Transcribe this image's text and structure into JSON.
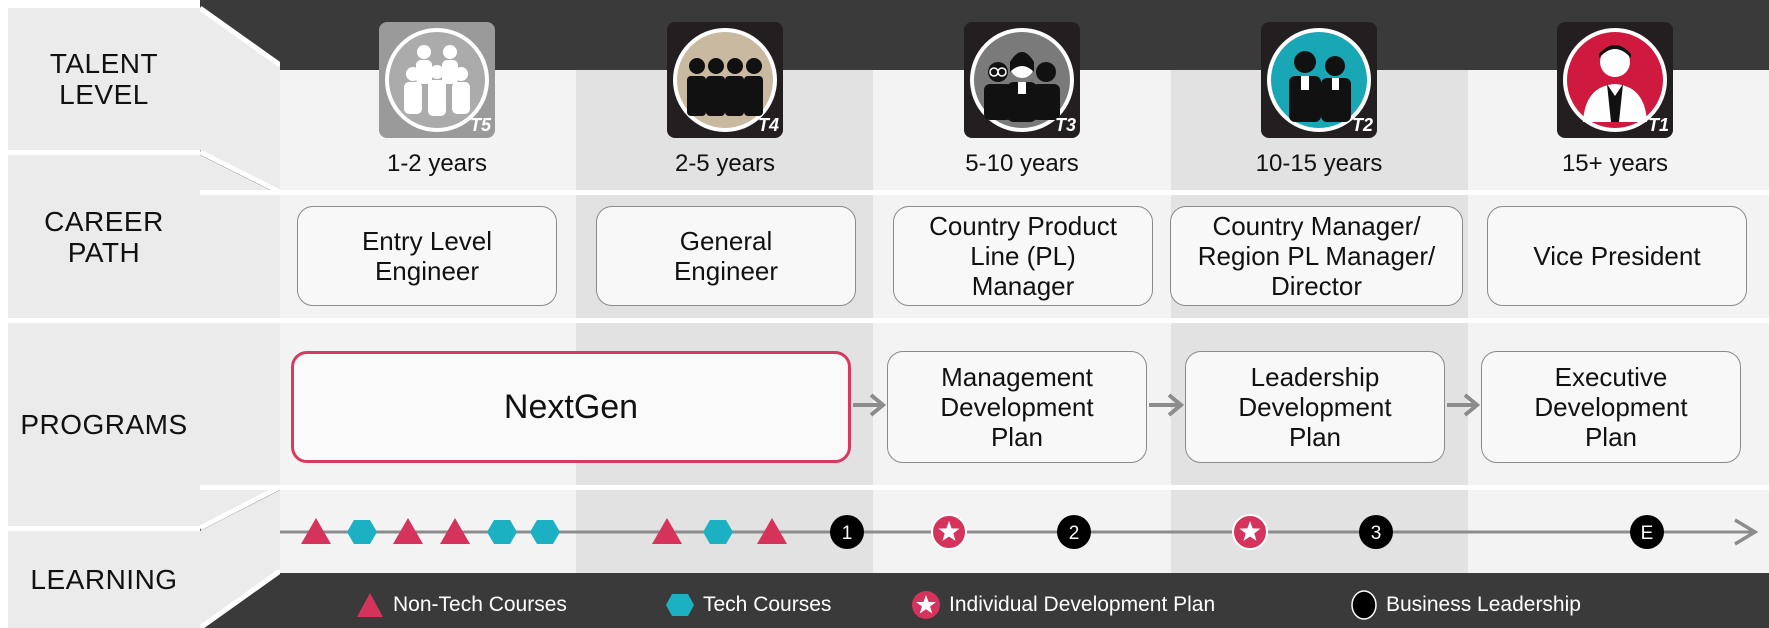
{
  "rows": {
    "talent_level": "TALENT\nLEVEL",
    "career_path": "CAREER\nPATH",
    "programs": "PROGRAMS",
    "learning": "LEARNING"
  },
  "talent_levels": [
    {
      "tag": "T5",
      "years": "1-2 years",
      "icon": "group-people-icon",
      "tile_color": "#9a9a9a",
      "circle_color": "#aaaaaa"
    },
    {
      "tag": "T4",
      "years": "2-5 years",
      "icon": "team-people-icon",
      "tile_color": "#231f20",
      "circle_color": "#c9b9a0"
    },
    {
      "tag": "T3",
      "years": "5-10 years",
      "icon": "three-people-icon",
      "tile_color": "#231f20",
      "circle_color": "#7a7a7a"
    },
    {
      "tag": "T2",
      "years": "10-15 years",
      "icon": "two-people-icon",
      "tile_color": "#231f20",
      "circle_color": "#1aa7b5"
    },
    {
      "tag": "T1",
      "years": "15+  years",
      "icon": "executive-person-icon",
      "tile_color": "#231f20",
      "circle_color": "#d0193f"
    }
  ],
  "career_path": [
    "Entry Level\nEngineer",
    "General\nEngineer",
    "Country Product\nLine (PL)\nManager",
    "Country Manager/\nRegion PL Manager/\nDirector",
    "Vice President"
  ],
  "programs": [
    "NextGen",
    "Management\nDevelopment\nPlan",
    "Leadership\nDevelopment\nPlan",
    "Executive\nDevelopment\nPlan"
  ],
  "learning_markers": [
    {
      "type": "non-tech"
    },
    {
      "type": "tech"
    },
    {
      "type": "non-tech"
    },
    {
      "type": "non-tech"
    },
    {
      "type": "tech"
    },
    {
      "type": "tech"
    },
    {
      "type": "non-tech"
    },
    {
      "type": "tech"
    },
    {
      "type": "non-tech"
    },
    {
      "type": "business",
      "label": "1"
    },
    {
      "type": "idp"
    },
    {
      "type": "business",
      "label": "2"
    },
    {
      "type": "idp"
    },
    {
      "type": "business",
      "label": "3"
    },
    {
      "type": "business",
      "label": "E"
    }
  ],
  "legend": [
    {
      "type": "non-tech",
      "label": "Non-Tech Courses"
    },
    {
      "type": "tech",
      "label": "Tech Courses"
    },
    {
      "type": "idp",
      "label": "Individual Development Plan"
    },
    {
      "type": "business",
      "label": "Business Leadership"
    }
  ],
  "colors": {
    "non_tech": "#d6335c",
    "tech": "#1bb0c2",
    "idp": "#d6335c",
    "business": "#000000",
    "nextgen_border": "#d63a62",
    "arrow": "#8c8c8c"
  }
}
